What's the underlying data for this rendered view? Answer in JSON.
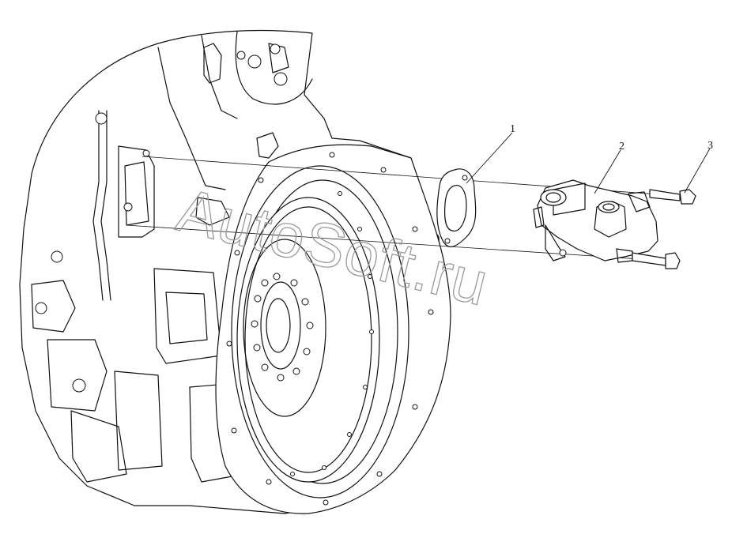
{
  "callouts": [
    {
      "id": "1",
      "label": "1"
    },
    {
      "id": "2",
      "label": "2"
    },
    {
      "id": "3",
      "label": "3"
    }
  ],
  "watermark": "AutoSoft.ru"
}
